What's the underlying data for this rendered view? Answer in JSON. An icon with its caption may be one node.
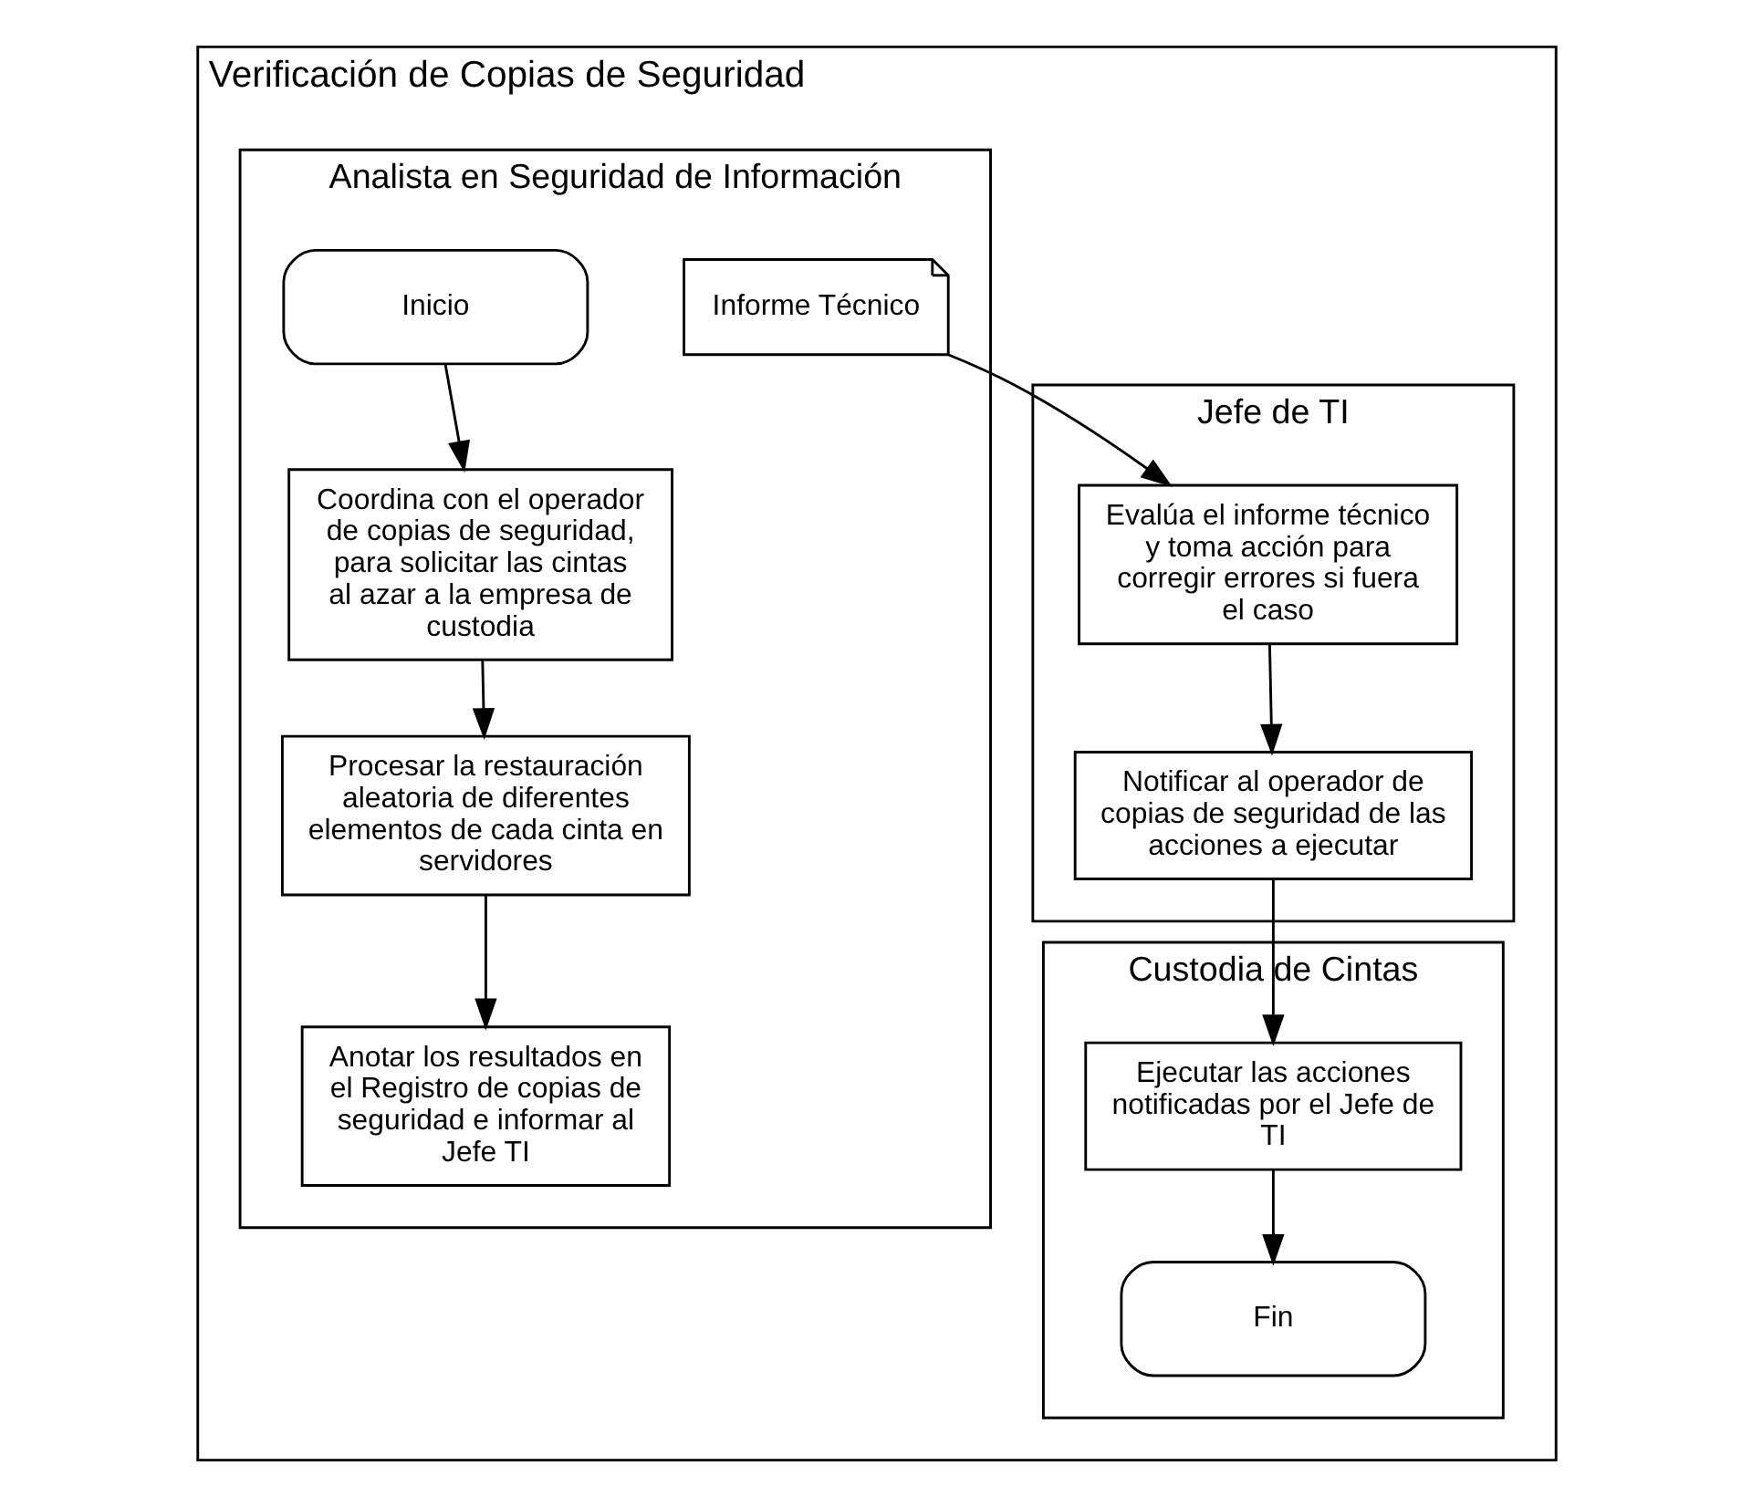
{
  "diagram": {
    "nodes": [
      {
        "text": [
          "Verificación de Copias de Seguridad"
        ]
      },
      {
        "text": [
          "Analista en Seguridad de Información"
        ],
        "in": 0
      },
      {
        "text": [
          "Jefe de TI"
        ],
        "in": 0
      },
      {
        "text": [
          "Custodia de Cintas"
        ],
        "in": 0
      },
      {
        "text": [
          "Inicio"
        ],
        "in": 1
      },
      {
        "text": [
          "Coordina con el operador de copias de seguridad, para solicitar las cintas al azar a la empresa de custodia"
        ],
        "in": 1
      },
      {
        "text": [
          "Procesar la restauración aleatoria de diferentes elementos de cada cinta en servidores"
        ],
        "in": 1
      },
      {
        "text": [
          "Anotar los resultados en el Registro de copias de seguridad e informar al Jefe TI"
        ],
        "in": 1
      },
      {
        "text": [
          "Informe Técnico"
        ],
        "in": 1
      },
      {
        "text": [
          "Evalúa el informe técnico y toma acción para corregir errores si fuera el caso"
        ],
        "in": 2
      },
      {
        "text": [
          "Notificar al operador de copias de seguridad de las acciones a ejecutar"
        ],
        "in": 2
      },
      {
        "text": [
          "Ejecutar las acciones notificadas por el Jefe de TI"
        ],
        "in": 3
      },
      {
        "text": [
          "Fin"
        ],
        "in": 3
      }
    ],
    "edges": [
      {
        "from": 4,
        "to": 5,
        "arrow": "to"
      },
      {
        "from": 5,
        "to": 6,
        "arrow": "to"
      },
      {
        "from": 6,
        "to": 7,
        "arrow": "to"
      },
      {
        "from": 8,
        "to": 9,
        "arrow": "to"
      },
      {
        "from": 9,
        "to": 10,
        "arrow": "to"
      },
      {
        "from": 10,
        "to": 11,
        "arrow": "to"
      },
      {
        "from": 11,
        "to": 12,
        "arrow": "to"
      }
    ]
  }
}
